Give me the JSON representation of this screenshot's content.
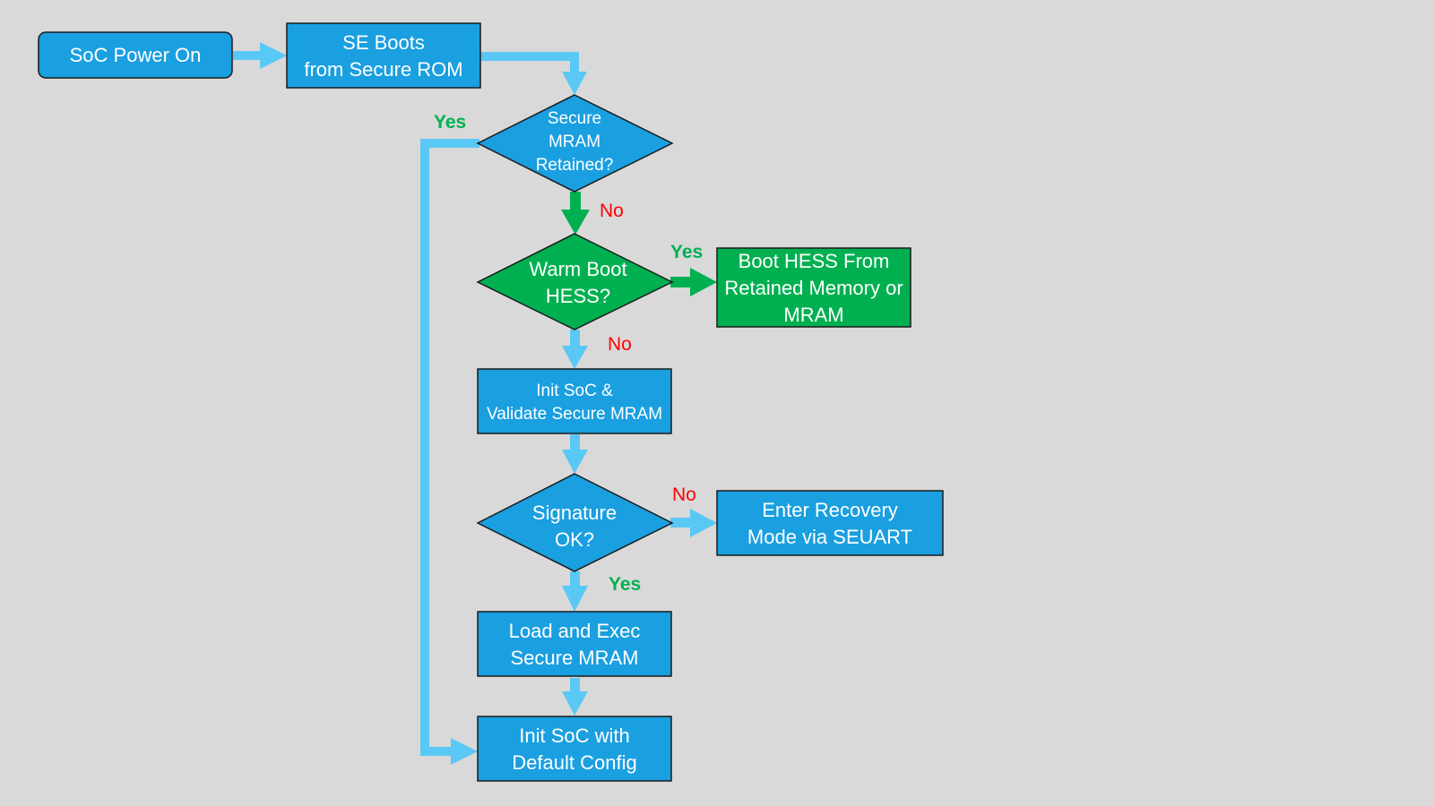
{
  "colors": {
    "background": "#d9d9d9",
    "process_blue": "#1a9fe0",
    "process_green": "#00b050",
    "arrow_light_blue": "#5ac8f5",
    "arrow_green": "#00b050",
    "label_yes": "#00b050",
    "label_no": "#ff0000",
    "border": "#1a1a1a"
  },
  "nodes": {
    "soc_power_on": {
      "lines": [
        "SoC Power On"
      ]
    },
    "se_boots": {
      "lines": [
        "SE Boots",
        "from Secure ROM"
      ]
    },
    "secure_mram_retained": {
      "lines": [
        "Secure",
        "MRAM",
        "Retained?"
      ]
    },
    "warm_boot_hess": {
      "lines": [
        "Warm Boot",
        "HESS?"
      ]
    },
    "boot_hess_from": {
      "lines": [
        "Boot HESS From",
        "Retained Memory or",
        "MRAM"
      ]
    },
    "init_soc_validate": {
      "lines": [
        "Init SoC &",
        "Validate Secure MRAM"
      ]
    },
    "signature_ok": {
      "lines": [
        "Signature",
        "OK?"
      ]
    },
    "enter_recovery": {
      "lines": [
        "Enter Recovery",
        "Mode via SEUART"
      ]
    },
    "load_exec": {
      "lines": [
        "Load and Exec",
        "Secure MRAM"
      ]
    },
    "init_soc_default": {
      "lines": [
        "Init SoC with",
        "Default Config"
      ]
    }
  },
  "edge_labels": {
    "retained_yes": "Yes",
    "retained_no": "No",
    "warm_yes": "Yes",
    "warm_no": "No",
    "signature_no": "No",
    "signature_yes": "Yes"
  }
}
